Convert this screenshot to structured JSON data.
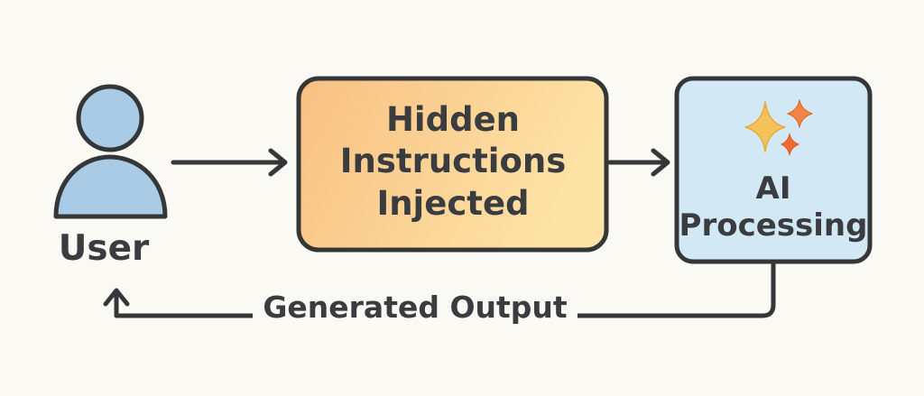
{
  "nodes": {
    "user": {
      "label": "User"
    },
    "hidden": {
      "lines": [
        "Hidden",
        "Instructions",
        "Injected"
      ]
    },
    "ai": {
      "lines": [
        "AI",
        "Processing"
      ]
    }
  },
  "edges": {
    "output": {
      "label": "Generated Output"
    }
  },
  "colors": {
    "outline": "#353638",
    "user_fill": "#a9cbe5",
    "hidden_fill_start": "#f7c283",
    "hidden_fill_end": "#fde2a5",
    "ai_fill": "#d2e8f5",
    "sparkle_gold": "#f4c35a",
    "sparkle_orange": "#f07a3a",
    "background": "#fbf9f4"
  }
}
